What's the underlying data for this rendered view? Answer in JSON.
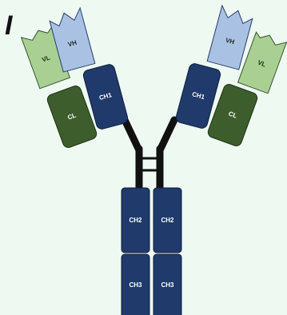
{
  "panel_letter": "I",
  "domains": {
    "vl_left": "VL",
    "vh_left": "VH",
    "ch1_left": "CH1",
    "cl_left": "CL",
    "vh_right": "VH",
    "vl_right": "VL",
    "ch1_right": "CH1",
    "cl_right": "CL",
    "ch2_left": "CH2",
    "ch2_right": "CH2",
    "ch3_left": "CH3",
    "ch3_right": "CH3"
  },
  "colors": {
    "background": "#eef9f2",
    "vh": "#a9c1e3",
    "vl": "#a9cf93",
    "heavy_constant": "#1f3a6b",
    "light_constant": "#3d5e2c",
    "hinge": "#111111",
    "dark_label": "#1a2a1a",
    "light_label": "#ffffff"
  }
}
